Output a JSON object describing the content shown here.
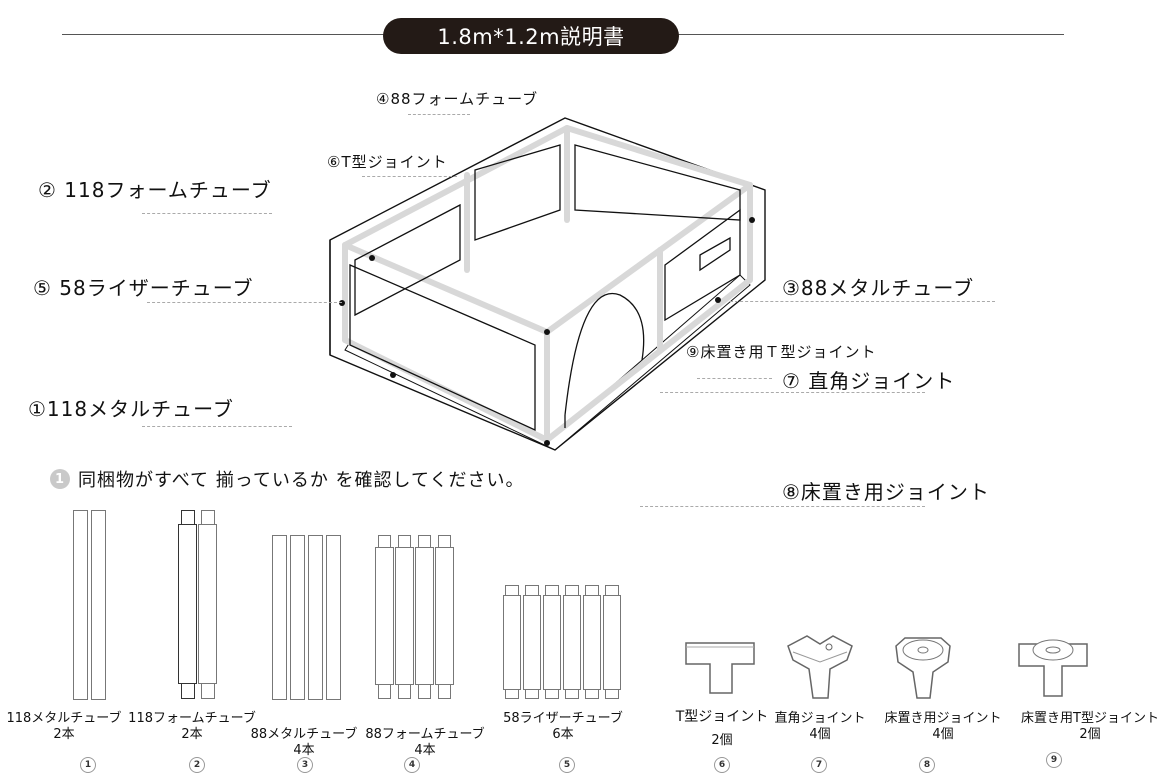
{
  "header": {
    "title": "1.8m*1.2m説明書"
  },
  "diagram_callouts": [
    {
      "id": "4",
      "label": "④88フォームチューブ"
    },
    {
      "id": "6",
      "label": "⑥T型ジョイント"
    },
    {
      "id": "2",
      "label": "② 118フォームチューブ"
    },
    {
      "id": "5",
      "label": "⑤ 58ライザーチューブ"
    },
    {
      "id": "1",
      "label": "①118メタルチューブ"
    },
    {
      "id": "3",
      "label": "③88メタルチューブ"
    },
    {
      "id": "9",
      "label": "⑨床置き用Ｔ型ジョイント"
    },
    {
      "id": "7",
      "label": "⑦ 直角ジョイント"
    },
    {
      "id": "8",
      "label": "⑧床置き用ジョイント"
    }
  ],
  "step": {
    "number": "1",
    "instruction": "同梱物がすべて 揃っているか を確認してください。"
  },
  "parts": [
    {
      "name": "118メタルチューブ",
      "qty": "2本",
      "num": "1"
    },
    {
      "name": "118フォームチューブ",
      "qty": "2本",
      "num": "2"
    },
    {
      "name": "88メタルチューブ",
      "qty": "4本",
      "num": "3"
    },
    {
      "name": "88フォームチューブ",
      "qty": "4本",
      "num": "4"
    },
    {
      "name": "58ライザーチューブ",
      "qty": "6本",
      "num": "5"
    },
    {
      "name": "T型ジョイント",
      "qty": "2個",
      "num": "6"
    },
    {
      "name": "直角ジョイント",
      "qty": "4個",
      "num": "7"
    },
    {
      "name": "床置き用ジョイント",
      "qty": "4個",
      "num": "8"
    },
    {
      "name": "床置き用T型ジョイント",
      "qty": "2個",
      "num": "9"
    }
  ],
  "colors": {
    "title_bg": "#231a16",
    "title_text": "#ffffff",
    "leader_line": "#aaaaaa",
    "step_badge": "#c9c9c9"
  }
}
